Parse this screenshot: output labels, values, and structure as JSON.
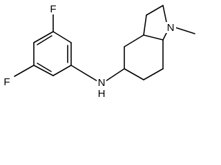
{
  "molecule": {
    "atoms": {
      "fluorine_top": "F",
      "fluorine_left": "F",
      "nh_nitrogen": "N",
      "nh_hydrogen": "H",
      "bridge_nitrogen": "N"
    }
  },
  "colors": {
    "bond": "#000000",
    "label": "#000000",
    "background": "#ffffff"
  }
}
